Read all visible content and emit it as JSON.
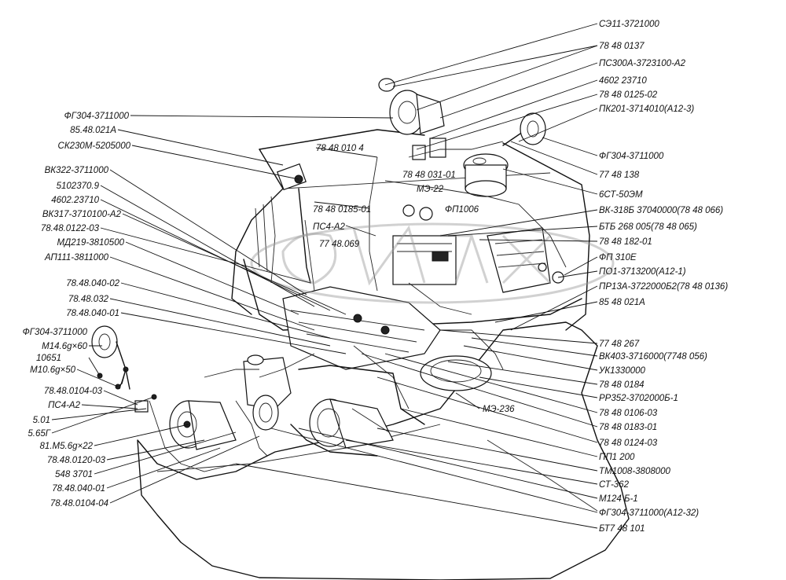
{
  "labels_right": [
    "СЭ11-3721000",
    "78 48 0137",
    "ПС300А-3723100-А2",
    "4602 23710",
    "78 48 0125-02",
    "ПК201-3714010(А12-3)",
    "ФГ304-3711000",
    "77 48 138",
    "6СТ-50ЭМ",
    "ВК-318Б 37040000(78 48 066)",
    "БТБ 268 005(78 48 065)",
    "78 48 182-01",
    "ФП 310Е",
    "ПО1-3713200(А12-1)",
    "ПР13А-3722000Б2(78 48 0136)",
    "85 48 021А",
    "77 48 267",
    "ВК403-3716000(7748 056)",
    "УК1330000",
    "78 48 0184",
    "РР352-3702000Б-1",
    "78 48 0106-03",
    "78 48 0183-01",
    "78 48 0124-03",
    "ПП1 200",
    "ТМ1008-3808000",
    "СТ-362",
    "М124 Б-1",
    "ФГ304-3711000(А12-32)",
    "БТ7 48 101"
  ],
  "labels_left": [
    "ФГ304-3711000",
    "85.48.021А",
    "СК230М-5205000",
    "ВК322-3711000",
    "5102370.9",
    "4602.23710",
    "ВК317-3710100-А2",
    "78.48.0122-03",
    "МД219-3810500",
    "АП111-3811000",
    "78.48.040-02",
    "78.48.032",
    "78.48.040-01",
    "ФГ304-3711000",
    "М14.6g×60",
    "10651",
    "М10.6g×50",
    "78.48.0104-03",
    "ПС4-А2",
    "5.01",
    "5.65Г",
    "81.М5.6g×22",
    "78.48.0120-03",
    "548 3701",
    "78.48.040-01",
    "78.48.0104-04"
  ],
  "labels_inner": [
    "78 48 010 4",
    "78 48 031-01",
    "МЭ-22",
    "78 48 0185-01",
    "ФП1006",
    "ПС4-А2",
    "77 48.069",
    "МЭ-236"
  ]
}
